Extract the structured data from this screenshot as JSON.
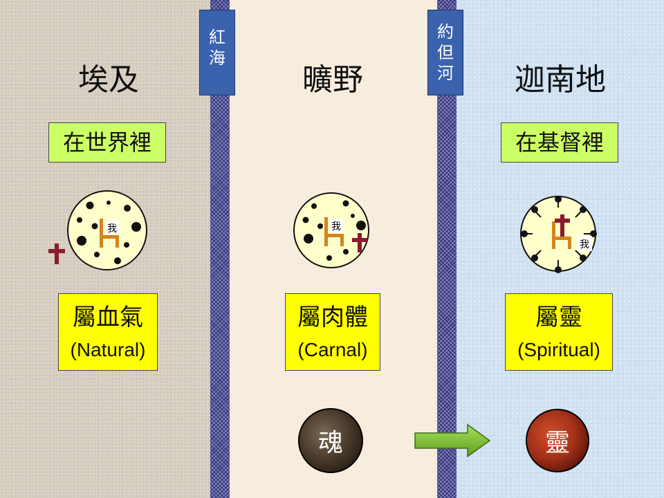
{
  "columns": [
    {
      "title": "埃及",
      "tag": "在世界裡",
      "state": "屬血氣",
      "state_en": "(Natural)"
    },
    {
      "title": "曠野",
      "state": "屬肉體",
      "state_en": "(Carnal)",
      "orb": "魂"
    },
    {
      "title": "迦南地",
      "tag": "在基督裡",
      "state": "屬靈",
      "state_en": "(Spiritual)",
      "orb": "靈"
    }
  ],
  "dividers": [
    {
      "chars": [
        "紅",
        "海"
      ]
    },
    {
      "chars": [
        "約",
        "但",
        "河"
      ]
    }
  ],
  "self_label": "我",
  "colors": {
    "egypt_bg": "#d8d0c3",
    "wilderness_bg": "#f8eedf",
    "canaan_bg": "#cfe1f1",
    "river": "#36367a",
    "divider_label": "#3a62ad",
    "tag_green": "#ccff66",
    "state_yellow": "#ffff00",
    "cross": "#8b1a2b",
    "self_chair": "#d2851f",
    "soul_orb": "#4a3a2c",
    "spirit_orb": "#a3301a",
    "arrow": "#7cc52a"
  }
}
